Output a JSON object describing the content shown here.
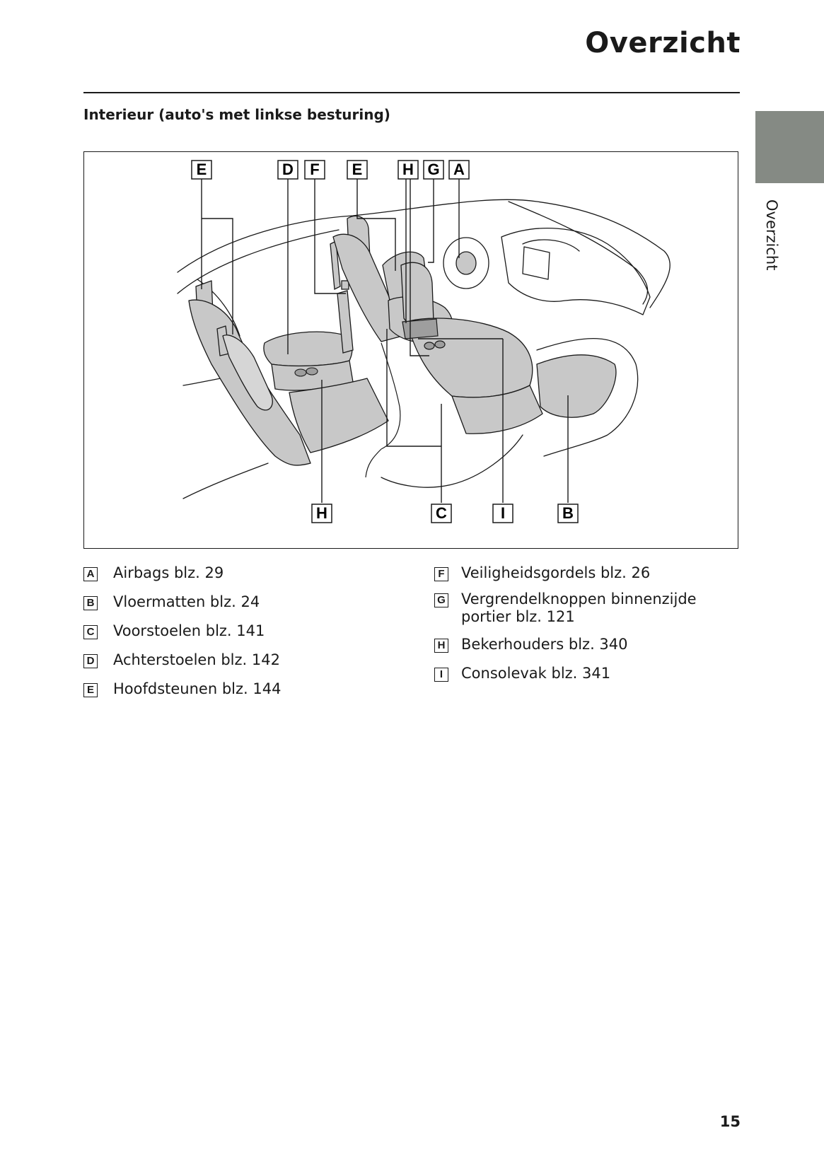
{
  "header": {
    "title": "Overzicht"
  },
  "section": {
    "heading": "Interieur (auto's met linkse besturing)"
  },
  "side_tab": {
    "label": "Overzicht"
  },
  "figure": {
    "top_callouts": [
      "E",
      "D",
      "F",
      "E",
      "H",
      "G",
      "A"
    ],
    "bottom_callouts": [
      "H",
      "C",
      "I",
      "B"
    ]
  },
  "legend": {
    "left": [
      {
        "key": "A",
        "text": "Airbags blz. 29"
      },
      {
        "key": "B",
        "text": "Vloermatten blz. 24"
      },
      {
        "key": "C",
        "text": "Voorstoelen blz. 141"
      },
      {
        "key": "D",
        "text": "Achterstoelen blz. 142"
      },
      {
        "key": "E",
        "text": "Hoofdsteunen blz. 144"
      }
    ],
    "right": [
      {
        "key": "F",
        "text": "Veiligheidsgordels blz. 26"
      },
      {
        "key": "G",
        "text": "Vergrendelknoppen binnenzijde portier blz. 121"
      },
      {
        "key": "H",
        "text": "Bekerhouders blz. 340"
      },
      {
        "key": "I",
        "text": "Consolevak blz. 341"
      }
    ]
  },
  "footer": {
    "page_number": "15"
  },
  "colors": {
    "text": "#1a1a1a",
    "tab_gray": "#858a84",
    "seat_fill": "#c8c8c8"
  }
}
